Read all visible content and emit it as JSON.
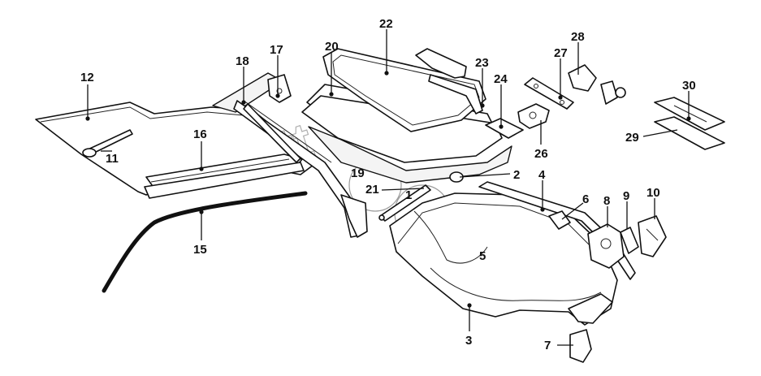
{
  "diagram": {
    "callouts": [
      "1",
      "2",
      "3",
      "4",
      "5",
      "6",
      "7",
      "8",
      "9",
      "10",
      "11",
      "12",
      "15",
      "16",
      "17",
      "18",
      "19",
      "20",
      "21",
      "22",
      "23",
      "24",
      "26",
      "27",
      "28",
      "29",
      "30"
    ],
    "watermark": "ttt"
  }
}
